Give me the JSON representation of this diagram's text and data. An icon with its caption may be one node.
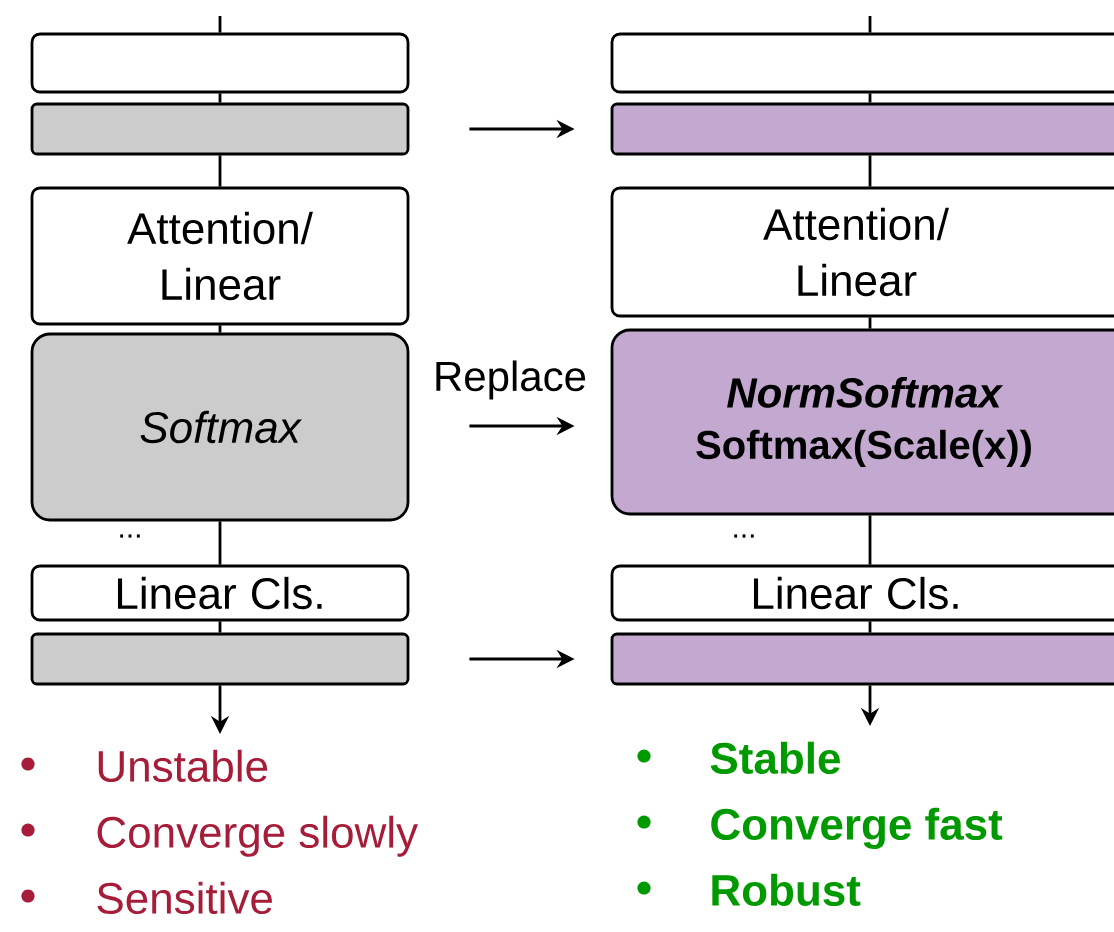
{
  "diagram": {
    "nodes": [
      {
        "text": [],
        "shape": "box"
      },
      {
        "text": [],
        "shape": "bar"
      },
      {
        "text": [
          "Attention/ Linear"
        ]
      },
      {
        "text": [
          "Softmax"
        ]
      },
      {
        "text": [
          "Linear Cls."
        ]
      },
      {
        "text": [],
        "shape": "bar"
      },
      {
        "text": [],
        "shape": "box"
      },
      {
        "text": [],
        "shape": "bar"
      },
      {
        "text": [
          "Attention/ Linear"
        ]
      },
      {
        "text": [
          "NormSoftmax",
          "Softmax(Scale(x))"
        ]
      },
      {
        "text": [
          "Linear Cls."
        ]
      },
      {
        "text": [],
        "shape": "bar"
      },
      {
        "text": [
          "Unstable",
          "Converge slowly",
          "Sensitive"
        ]
      },
      {
        "text": [
          "Stable",
          "Converge fast",
          "Robust"
        ]
      }
    ],
    "edges": [
      {
        "from": null,
        "to": 0,
        "arrow": "none"
      },
      {
        "from": 0,
        "to": 1,
        "arrow": "none"
      },
      {
        "from": 1,
        "to": 2,
        "arrow": "none"
      },
      {
        "from": 2,
        "to": 3,
        "arrow": "none"
      },
      {
        "from": 3,
        "to": 4,
        "arrow": "none"
      },
      {
        "from": 4,
        "to": 5,
        "arrow": "none"
      },
      {
        "from": 5,
        "to": 12,
        "arrow": "to"
      },
      {
        "from": null,
        "to": 6,
        "arrow": "none"
      },
      {
        "from": 6,
        "to": 7,
        "arrow": "none"
      },
      {
        "from": 7,
        "to": 8,
        "arrow": "none"
      },
      {
        "from": 8,
        "to": 9,
        "arrow": "none"
      },
      {
        "from": 9,
        "to": 10,
        "arrow": "none"
      },
      {
        "from": 10,
        "to": 11,
        "arrow": "none"
      },
      {
        "from": 11,
        "to": 13,
        "arrow": "to"
      },
      {
        "from": 1,
        "to": 7,
        "arrow": "to"
      },
      {
        "from": 3,
        "to": 9,
        "arrow": "to",
        "label": "Replace"
      },
      {
        "from": 5,
        "to": 11,
        "arrow": "to"
      }
    ],
    "labels": [
      "...",
      "..."
    ]
  }
}
